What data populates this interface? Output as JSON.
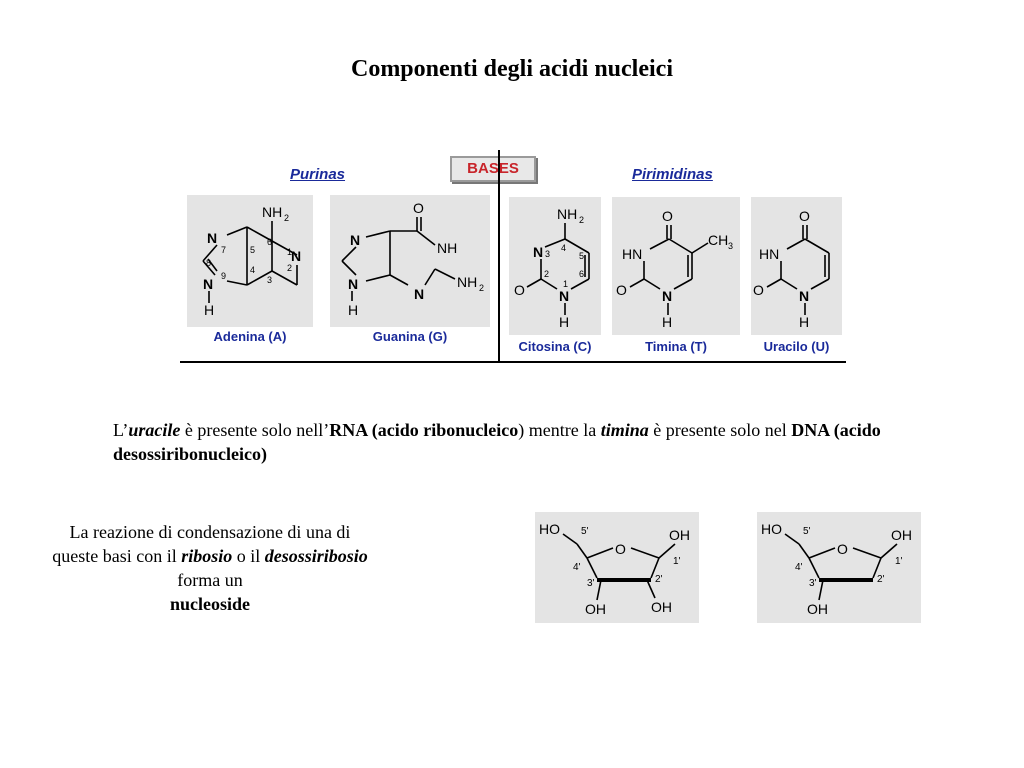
{
  "title": "Componenti degli acidi nucleici",
  "figure": {
    "purinas_label": "Purinas",
    "pirimidinas_label": "Pirimidinas",
    "bases_button": "BASES",
    "captions": {
      "adenina": "Adenina (A)",
      "guanina": "Guanina (G)",
      "citosina": "Citosina (C)",
      "timina": "Timina (T)",
      "uracilo": "Uracilo (U)"
    },
    "atoms": {
      "n": "N",
      "nh": "NH",
      "hn": "HN",
      "h": "H",
      "o": "O",
      "nh2": "NH",
      "ch3": "CH",
      "sub2": "2",
      "sub3": "3"
    },
    "numbers": [
      "1",
      "2",
      "3",
      "4",
      "5",
      "6",
      "7",
      "8",
      "9"
    ]
  },
  "para1": {
    "p1": "L’",
    "uracile": "uracile",
    "p2": " è presente solo nell’",
    "rna": "RNA (acido ribonucleico",
    "p3": ")",
    "p4": " mentre la ",
    "timina": "timina",
    "p5": " è presente solo nel ",
    "dna": "DNA (acido desossiribonucleico)"
  },
  "para2": {
    "p1": "La reazione di condensazione di una di queste basi con il ",
    "ribosio": "ribosio",
    "p2": " o il ",
    "desossiribosio": "desossiribosio",
    "p3": " forma un ",
    "nucleoside": "nucleoside"
  },
  "sugars": {
    "ho": "HO",
    "oh": "OH",
    "o": "O",
    "c5": "5'",
    "c4": "4'",
    "c3": "3'",
    "c2": "2'",
    "c1": "1'"
  }
}
